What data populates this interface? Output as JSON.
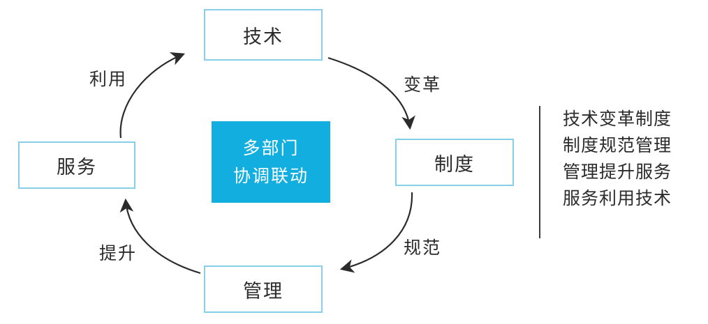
{
  "diagram": {
    "type": "cycle-diagram",
    "center": {
      "lines": [
        "多部门",
        "协调联动"
      ],
      "fill_color": "#12AEE0",
      "text_color": "#FFFFFF"
    },
    "node_border_color": "#87CFE8",
    "arrow_color": "#2B2B2B",
    "nodes": [
      {
        "id": "tech",
        "label": "技术",
        "position": "top"
      },
      {
        "id": "institution",
        "label": "制度",
        "position": "right"
      },
      {
        "id": "management",
        "label": "管理",
        "position": "bottom"
      },
      {
        "id": "service",
        "label": "服务",
        "position": "left"
      }
    ],
    "edges": [
      {
        "id": "tech-to-institution",
        "label": "变革",
        "from": "技术",
        "to": "制度"
      },
      {
        "id": "institution-to-management",
        "label": "规范",
        "from": "制度",
        "to": "管理"
      },
      {
        "id": "management-to-service",
        "label": "提升",
        "from": "管理",
        "to": "服务"
      },
      {
        "id": "service-to-tech",
        "label": "利用",
        "from": "服务",
        "to": "技术"
      }
    ],
    "summary": {
      "divider_color": "#3A3A3A",
      "lines": [
        "技术变革制度",
        "制度规范管理",
        "管理提升服务",
        "服务利用技术"
      ]
    }
  }
}
